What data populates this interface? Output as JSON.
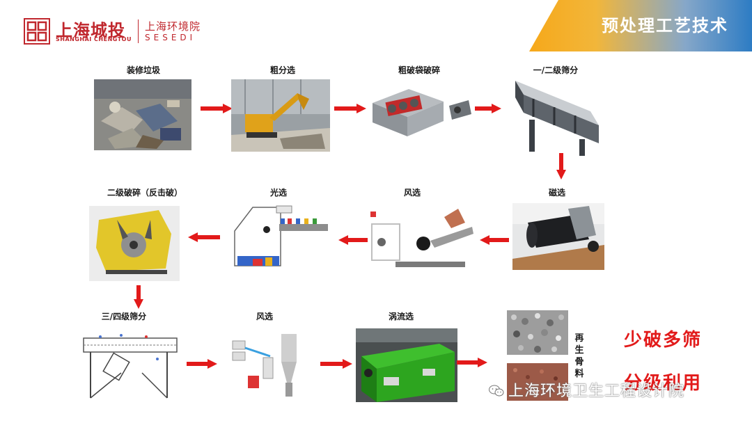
{
  "header": {
    "brand_cn": "上海城投",
    "brand_en": "SHANGHAI CHENGTOU",
    "sub_cn": "上海环境院",
    "sub_en": "SESEDI",
    "banner_title": "预处理工艺技术"
  },
  "steps": [
    {
      "label": "装修垃圾"
    },
    {
      "label": "粗分选"
    },
    {
      "label": "粗破袋破碎"
    },
    {
      "label": "一/二级筛分"
    },
    {
      "label": "磁选"
    },
    {
      "label": "风选"
    },
    {
      "label": "光选"
    },
    {
      "label": "二级破碎（反击破）"
    },
    {
      "label": "三/四级筛分"
    },
    {
      "label": "风选"
    },
    {
      "label": "涡流选"
    }
  ],
  "output": {
    "vertical_label": [
      "再",
      "生",
      "骨",
      "料"
    ]
  },
  "slogans": {
    "line1": "少破多筛",
    "line2": "分级利用"
  },
  "watermark": "上海环境卫生工程设计院",
  "colors": {
    "brand_red": "#c0272d",
    "arrow_red": "#e21a1a",
    "banner_left": "#f6a81a",
    "banner_right": "#2d7cc4"
  }
}
